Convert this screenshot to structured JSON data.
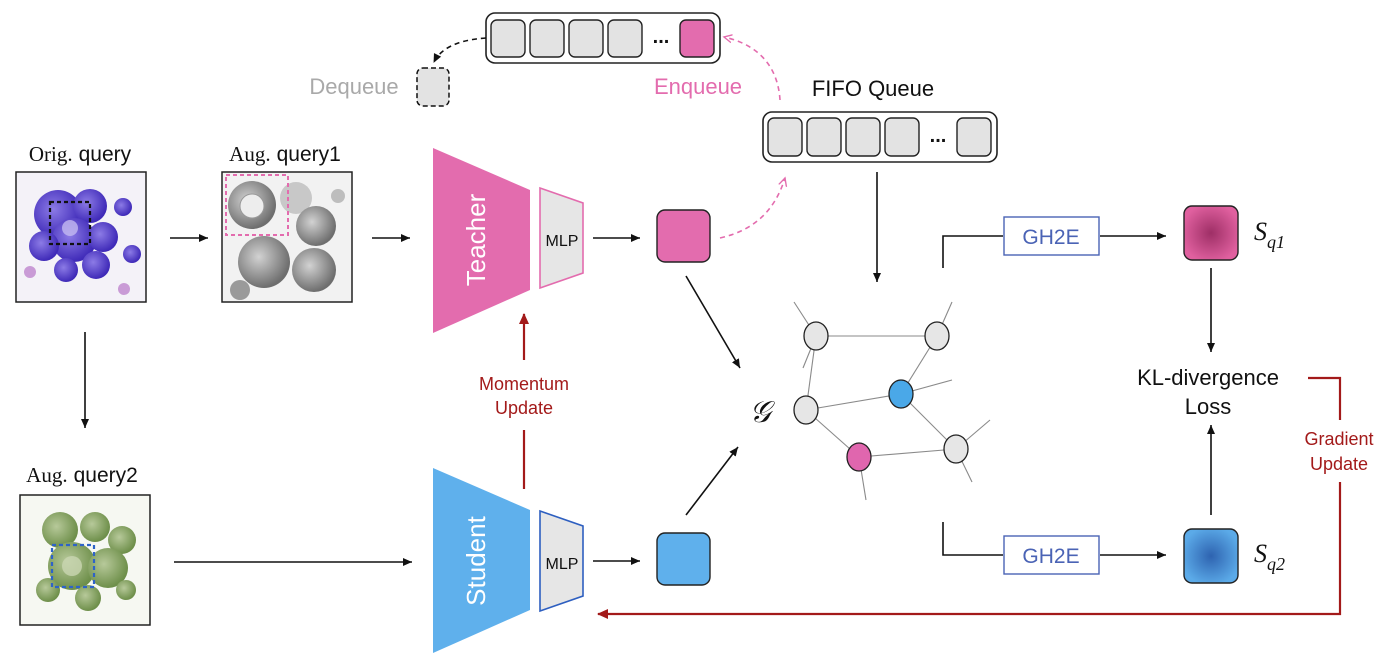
{
  "labels": {
    "orig_query_prefix": "Orig.",
    "orig_query_word": "query",
    "aug1_prefix": "Aug.",
    "aug1_word": "query1",
    "aug2_prefix": "Aug.",
    "aug2_word": "query2",
    "dequeue": "Dequeue",
    "enqueue": "Enqueue",
    "fifo_queue": "FIFO Queue",
    "queue_ellipsis": "...",
    "teacher": "Teacher",
    "student": "Student",
    "mlp": "MLP",
    "momentum_line1": "Momentum",
    "momentum_line2": "Update",
    "graph_symbol": "𝒢",
    "gh2e": "GH2E",
    "kl_line1": "KL-divergence",
    "kl_line2": "Loss",
    "gradient_line1": "Gradient",
    "gradient_line2": "Update",
    "s_base": "S",
    "s_q1_sub": "q1",
    "s_q2_sub": "q2"
  },
  "colors": {
    "teacher_pink": "#E36CAE",
    "student_blue": "#5FB0EC",
    "gradient_red": "#A31A1A",
    "gh2e_blue": "#4A63B5",
    "queue_gray": "#E3E3E3",
    "node_gray": "#E6E6E6",
    "node_blue": "#4AA8E8",
    "node_pink": "#E066AE",
    "dequeue_gray": "#A9A9A9",
    "enqueue_pink": "#E36CAE"
  },
  "icons": {
    "orig_image": "blood-cell-micrograph-icon",
    "aug1_image": "grayscale-cell-micrograph-icon",
    "aug2_image": "green-cell-micrograph-icon"
  }
}
